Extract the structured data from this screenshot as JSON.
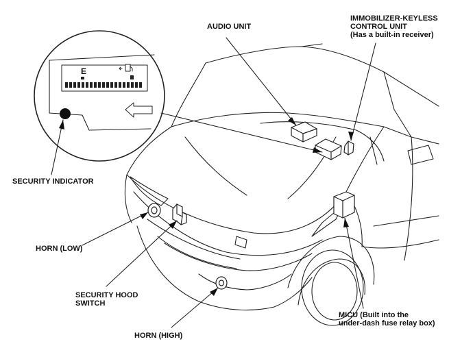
{
  "labels": {
    "audio_unit": "AUDIO UNIT",
    "immobilizer": {
      "line1": "IMMOBILIZER-KEYLESS",
      "line2": "CONTROL UNIT",
      "line3": "(Has a built-in receiver)"
    },
    "security_indicator": "SECURITY INDICATOR",
    "horn_low": "HORN (LOW)",
    "security_hood_switch": {
      "line1": "SECURITY HOOD",
      "line2": "SWITCH"
    },
    "horn_high": "HORN (HIGH)",
    "micu": {
      "line1": "MICU (Built into the",
      "line2": "under-dash fuse relay box)"
    }
  },
  "gauge": {
    "fuel_letter": "E"
  }
}
